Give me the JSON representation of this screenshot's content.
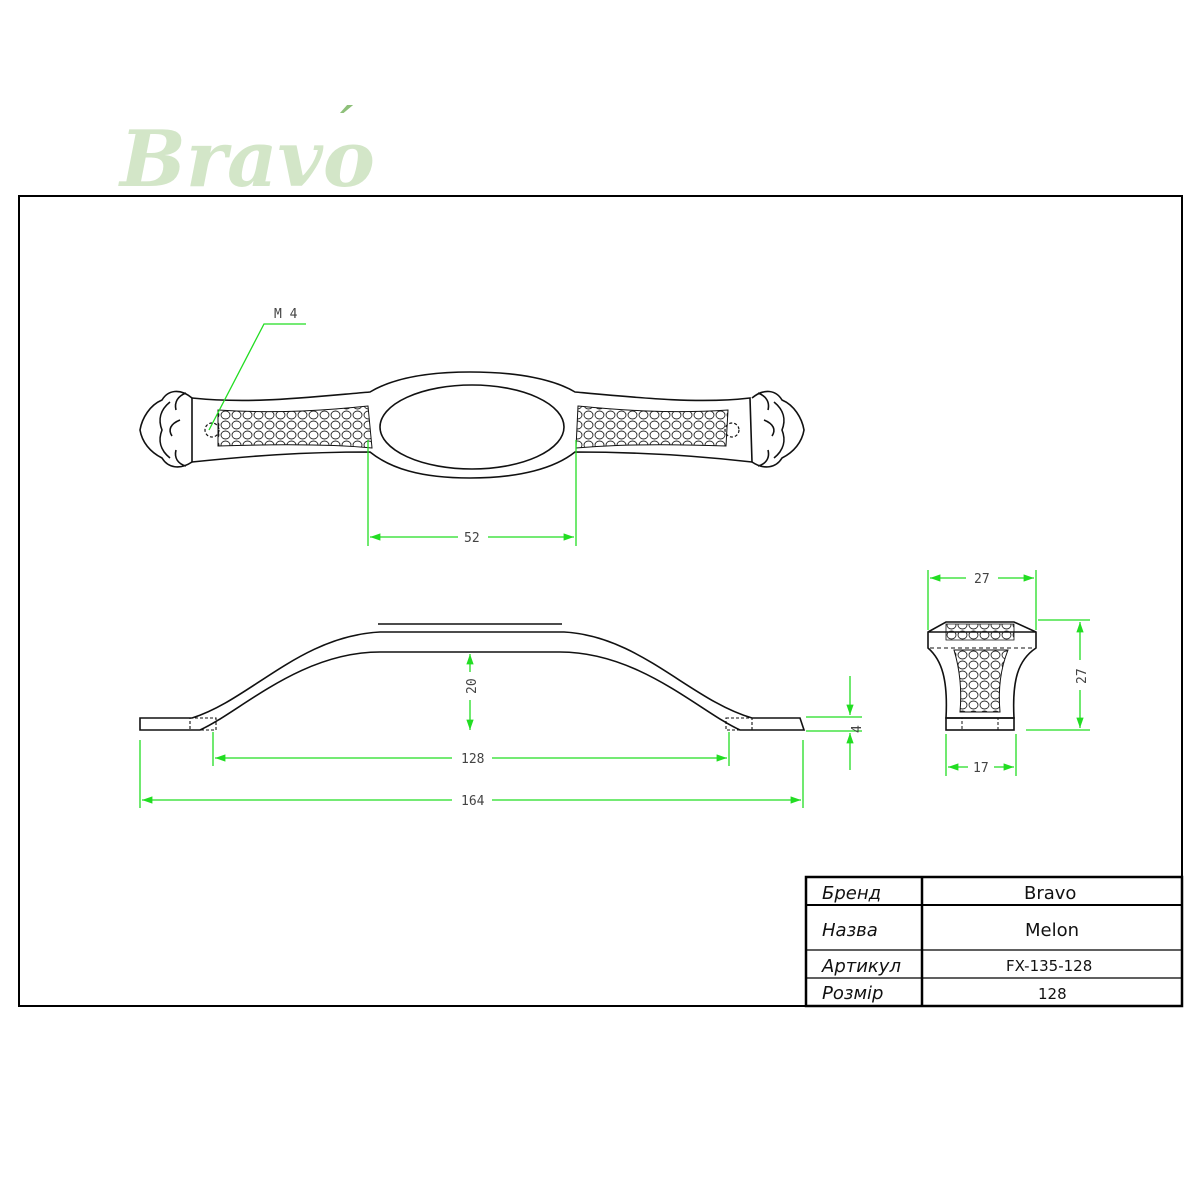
{
  "logo": {
    "text": "Bravo",
    "accent": "´",
    "color": "#d3e6c8"
  },
  "colors": {
    "dimension": "#22dd22",
    "outline": "#111111",
    "frame": "#000000"
  },
  "annotations": {
    "thread": "M 4"
  },
  "dimensions": {
    "top_oval_width": "52",
    "side_height": "20",
    "hole_spacing": "128",
    "overall_length": "164",
    "base_thickness": "4",
    "knob_top_width": "27",
    "knob_height": "27",
    "knob_base_width": "17"
  },
  "title_block": {
    "rows": [
      {
        "label": "Бренд",
        "value": "Bravo"
      },
      {
        "label": "Назва",
        "value": "Melon"
      },
      {
        "label": "Артикул",
        "value": "FX-135-128"
      },
      {
        "label": "Розмір",
        "value": "128"
      }
    ]
  }
}
